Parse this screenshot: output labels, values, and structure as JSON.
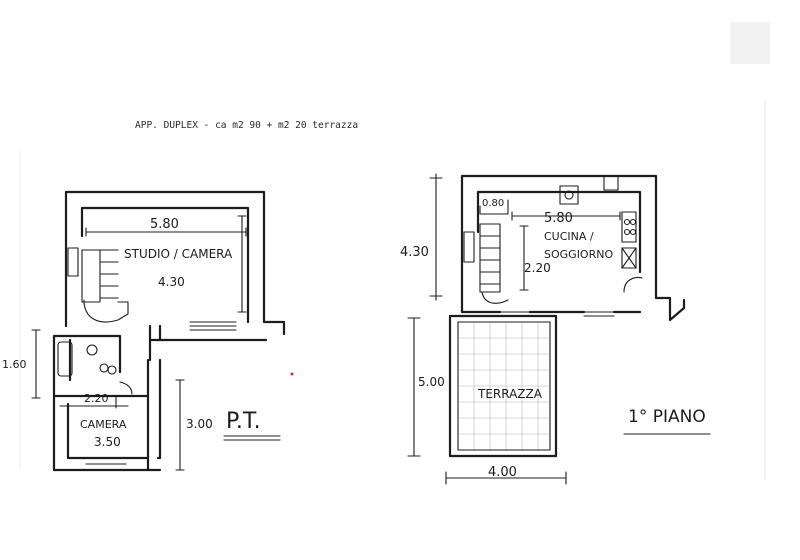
{
  "header": {
    "title": "APP. DUPLEX - ca m2 90 + m2 20 terrazza"
  },
  "ground_floor": {
    "label": "P.T.",
    "rooms": [
      {
        "name": "STUDIO / CAMERA"
      },
      {
        "name": "CAMERA"
      }
    ],
    "dimensions": {
      "studio_width": "5.80",
      "studio_depth": "4.30",
      "bath_height": "1.60",
      "camera_inner": "2.20",
      "camera_width": "3.50",
      "camera_depth": "3.00"
    }
  },
  "first_floor": {
    "label": "1° PIANO",
    "rooms": [
      {
        "name": "CUCINA /"
      },
      {
        "name": "SOGGIORNO"
      },
      {
        "name": "TERRAZZA"
      }
    ],
    "dimensions": {
      "stair_width": "0.80",
      "living_width": "5.80",
      "living_depth": "4.30",
      "living_inner": "2.20",
      "terrace_depth": "5.00",
      "terrace_width": "4.00"
    }
  }
}
